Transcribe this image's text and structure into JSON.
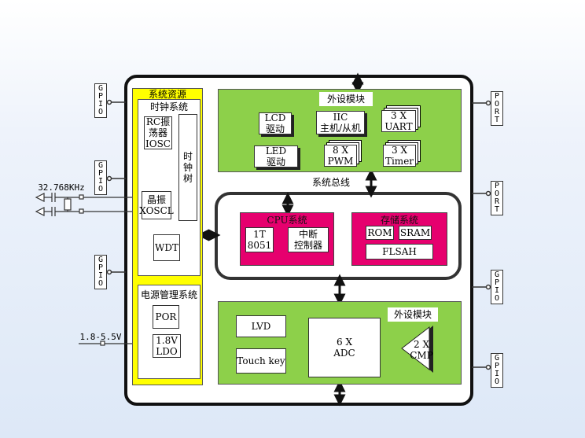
{
  "colors": {
    "green": "#8dd04a",
    "yellow": "#ffff00",
    "magenta": "#e6006e",
    "border": "#111111"
  },
  "system_resources": {
    "title": "系统资源",
    "clock": {
      "title": "时钟系统",
      "rc_osc": [
        "RC振",
        "荡器",
        "IOSC"
      ],
      "clock_tree": [
        "时",
        "钟",
        "树"
      ],
      "crystal": [
        "晶振",
        "XOSCL"
      ]
    },
    "wdt": "WDT",
    "power": {
      "title": "电源管理系统",
      "por": "POR",
      "ldo": [
        "1.8V",
        "LDO"
      ]
    }
  },
  "peripheral_top": {
    "title": "外设模块",
    "lcd": [
      "LCD",
      "驱动"
    ],
    "iic": [
      "IIC",
      "主机/从机"
    ],
    "uart": [
      "3 X",
      "UART"
    ],
    "led": [
      "LED",
      "驱动"
    ],
    "pwm": [
      "8 X",
      "PWM"
    ],
    "timer": [
      "3 X",
      "Timer"
    ]
  },
  "system_bus": "系统总线",
  "cpu": {
    "title": "CPU系统",
    "core": [
      "1T",
      "8051"
    ],
    "intc": [
      "中断",
      "控制器"
    ]
  },
  "storage": {
    "title": "存储系统",
    "rom": "ROM",
    "sram": "SRAM",
    "flash": "FLSAH"
  },
  "peripheral_bottom": {
    "title": "外设模块",
    "lvd": "LVD",
    "touch": "Touch key",
    "adc": [
      "6 X",
      "ADC"
    ],
    "cmp": [
      "2 X",
      "CMP"
    ]
  },
  "external": {
    "freq": "32.768KHz",
    "voltage": "1.8-5.5V"
  },
  "ports": {
    "gpio": [
      "G",
      "P",
      "I",
      "O"
    ],
    "port": [
      "P",
      "O",
      "R",
      "T"
    ]
  }
}
